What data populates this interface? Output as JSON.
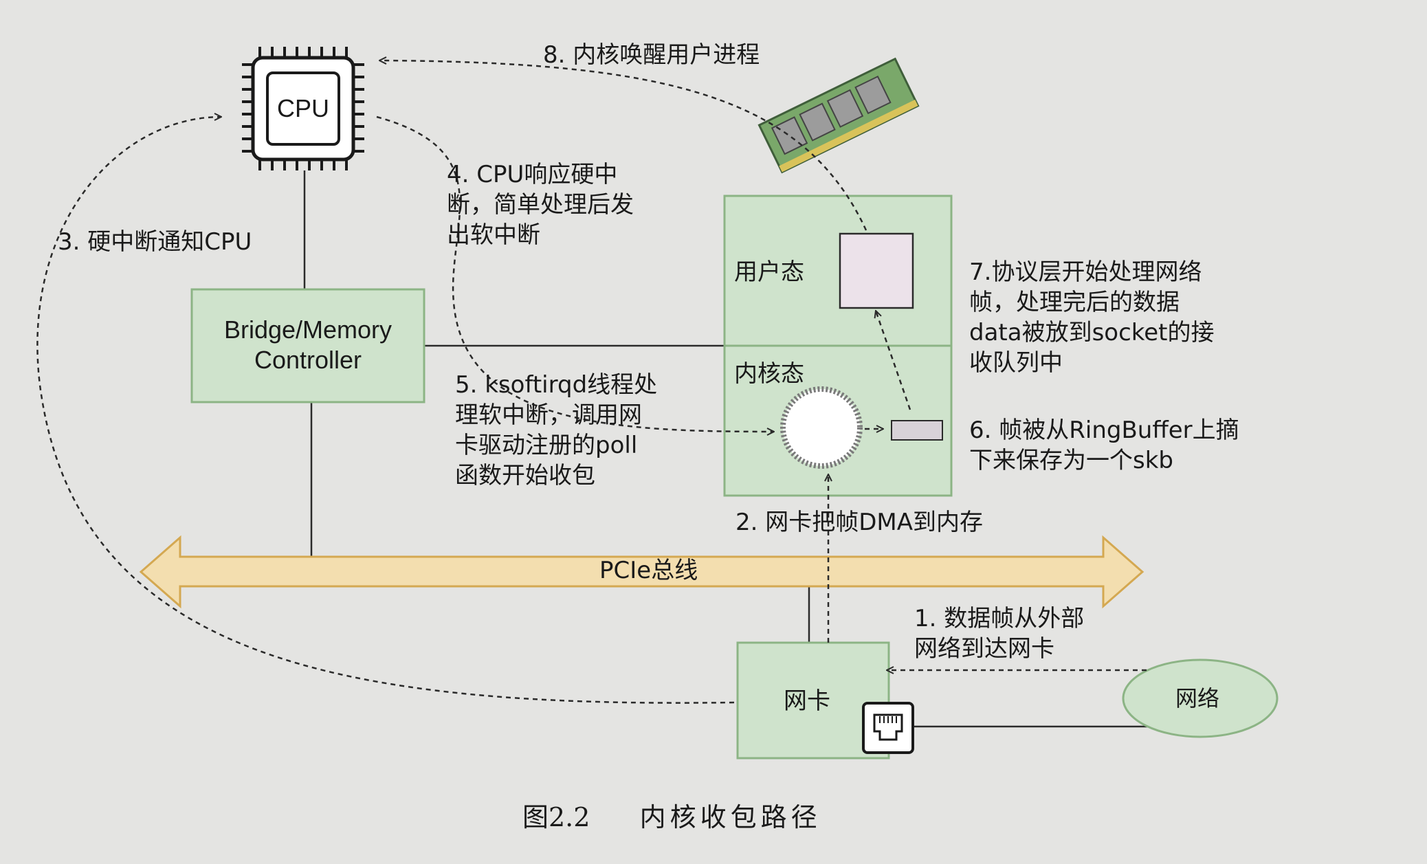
{
  "colors": {
    "background": "#e4e4e2",
    "box_fill": "#cfe3cc",
    "box_stroke": "#8cb485",
    "bus_fill": "#f3deaf",
    "bus_stroke": "#d4a851",
    "user_block": "#ece2ea",
    "line": "#2a2a2a"
  },
  "cpu": {
    "label": "CPU",
    "icon": "cpu-chip-icon"
  },
  "memory_icon": "memory-module-icon",
  "bridge": {
    "line1": "Bridge/Memory",
    "line2": "Controller"
  },
  "memory_box": {
    "user_space": "用户态",
    "kernel_space": "内核态"
  },
  "bus": {
    "label": "PCIe总线"
  },
  "nic": {
    "label": "网卡",
    "port_icon": "ethernet-port-icon"
  },
  "network": {
    "label": "网络"
  },
  "steps": {
    "s1": [
      "1. 数据帧从外部",
      "网络到达网卡"
    ],
    "s2": [
      "2. 网卡把帧DMA到内存"
    ],
    "s3": [
      "3. 硬中断通知CPU"
    ],
    "s4": [
      "4. CPU响应硬中",
      "断，简单处理后发",
      "出软中断"
    ],
    "s5": [
      "5. ksoftirqd线程处",
      "理软中断，调用网",
      "卡驱动注册的poll",
      "函数开始收包"
    ],
    "s6": [
      "6. 帧被从RingBuffer上摘",
      "下来保存为一个skb"
    ],
    "s7": [
      "7.协议层开始处理网络",
      "帧，处理完后的数据",
      "data被放到socket的接",
      "收队列中"
    ],
    "s8": [
      "8. 内核唤醒用户进程"
    ]
  },
  "caption": {
    "number": "图2.2",
    "title": "内核收包路径"
  }
}
